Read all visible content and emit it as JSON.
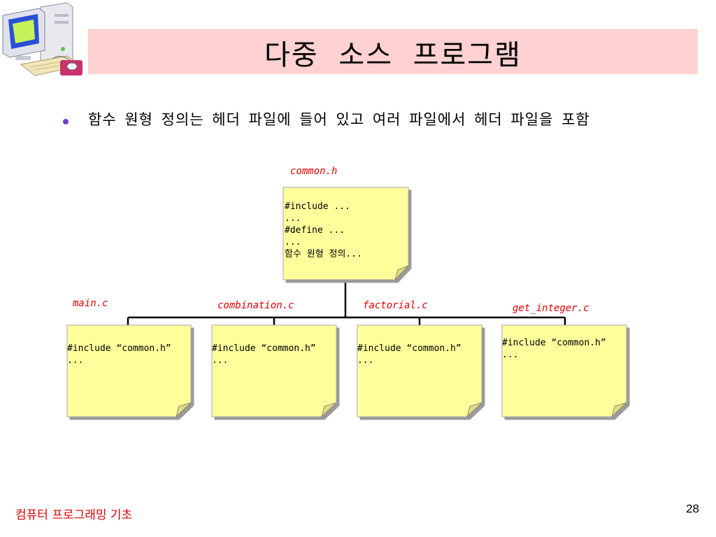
{
  "slide": {
    "title": "다중  소스 프로그램",
    "bullet": "함수 원형 정의는 헤더 파일에 들어 있고 여러 파일에서 헤더 파일을 포함",
    "footer": "컴퓨터 프로그래밍 기초",
    "page_number": "28"
  },
  "diagram": {
    "header_file": {
      "label": "common.h",
      "lines": [
        "#include ...",
        "...",
        "#define ...",
        "...",
        "함수 원형 정의..."
      ]
    },
    "source_files": [
      {
        "label": "main.c",
        "lines": [
          "#include “common.h”",
          "..."
        ]
      },
      {
        "label": "combination.c",
        "lines": [
          "#include “common.h”",
          "..."
        ]
      },
      {
        "label": "factorial.c",
        "lines": [
          "#include “common.h”",
          "..."
        ]
      },
      {
        "label": "get_integer.c",
        "lines": [
          "#include “common.h”",
          "..."
        ]
      }
    ]
  },
  "colors": {
    "title_bg": "#ffd1d1",
    "note_fill": "#ffff9c",
    "label_red": "#e00000",
    "bullet": "#6e3fd0"
  }
}
